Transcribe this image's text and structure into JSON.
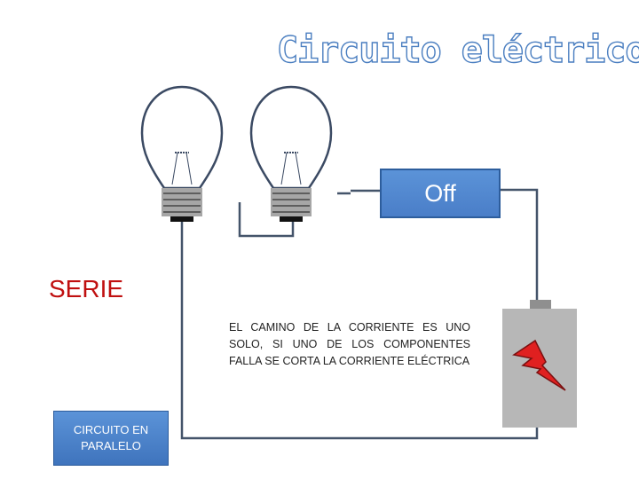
{
  "title": "Circuito eléctrico",
  "switch": {
    "label": "Off"
  },
  "serie": {
    "label": "SERIE"
  },
  "description": "EL CAMINO DE LA CORRIENTE ES UNO SOLO, SI UNO DE LOS COMPONENTES FALLA SE CORTA LA CORRIENTE ELÉCTRICA",
  "parallel_button": {
    "label": "CIRCUITO EN PARALELO"
  },
  "icons": [
    "light-bulb-icon",
    "light-bulb-icon",
    "battery-icon",
    "lightning-bolt-icon"
  ],
  "colors": {
    "title_outline": "#4a7ec0",
    "button_fill": "#5b8fd6",
    "serie_text": "#c01010",
    "wire": "#44546a",
    "bolt": "#e02020"
  }
}
